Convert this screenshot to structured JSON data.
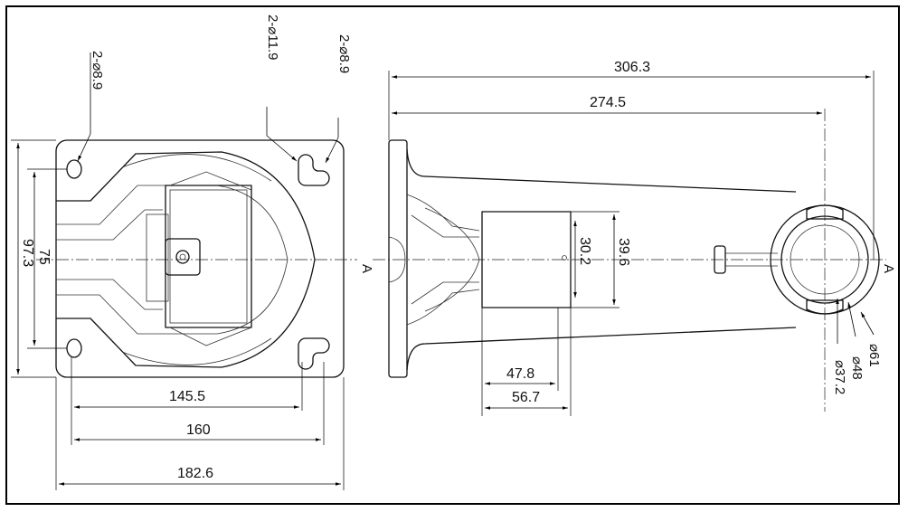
{
  "left_view": {
    "hole_callout_small": "2-⌀8.9",
    "dim_width_inner": "145.5",
    "dim_width_holes": "160",
    "dim_width_total": "182.6",
    "dim_height_holes": "75",
    "dim_height_total": "97.3"
  },
  "right_view": {
    "slot_callout_large": "2-⌀11.9",
    "slot_callout_small": "2-⌀8.9",
    "dim_length_total": "306.3",
    "dim_length_center": "274.5",
    "dim_block_a": "47.8",
    "dim_block_b": "56.7",
    "dim_block_height_a": "30.2",
    "dim_block_height_b": "39.6",
    "dia_outer": "⌀61",
    "dia_mid": "⌀48",
    "dia_inner": "⌀37.2",
    "section_label_left": "A",
    "section_label_right": "A"
  }
}
